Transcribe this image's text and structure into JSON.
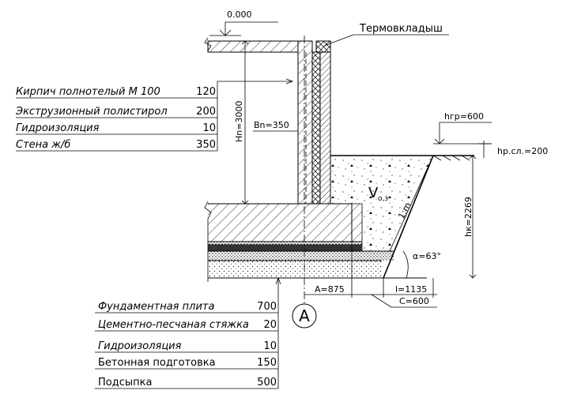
{
  "drawing": {
    "level_mark": "0.000",
    "thermo_insert_label": "Термовкладыш",
    "wall_layers": [
      {
        "name": "Кирпич полнотелый М 100",
        "value": "120"
      },
      {
        "name": "Экструзионный полистирол",
        "value": "200"
      },
      {
        "name": "Гидроизоляция",
        "value": "10"
      },
      {
        "name": "Стена ж/б",
        "value": "350"
      }
    ],
    "slab_layers": [
      {
        "name": "Фундаментная плита",
        "value": "700"
      },
      {
        "name": "Цементно-песчаная стяжка",
        "value": "20"
      },
      {
        "name": "Гидроизоляция",
        "value": "10"
      },
      {
        "name": "Бетонная подготовка",
        "value": "150"
      },
      {
        "name": "Подсыпка",
        "value": "500"
      }
    ],
    "dims": {
      "hn": "Hn=3000",
      "bn": "Bn=350",
      "hgr": "hгр=600",
      "hrsl": "hр.сл.=200",
      "hk": "hк=2269",
      "alpha": "α=63°",
      "a": "A=875",
      "l": "l=1135",
      "c": "C=600",
      "slope": "1:m",
      "v_main": "V",
      "v_sub": "о.з"
    },
    "axis_label": "A"
  }
}
